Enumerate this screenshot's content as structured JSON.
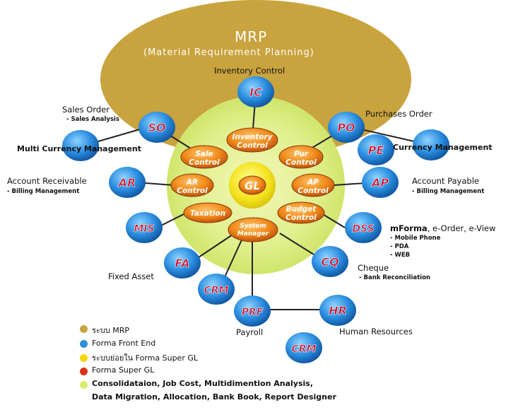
{
  "mrp": {
    "title": "MRP",
    "subtitle": "(Material Requirement Planning)",
    "caption": "Inventory Control"
  },
  "core": {
    "gl": "GL"
  },
  "inner_modules": {
    "inventory_control": [
      "Inventory",
      "Control"
    ],
    "sale_control": [
      "Sale",
      "Control"
    ],
    "pur_control": [
      "Pur",
      "Control"
    ],
    "ar_control": [
      "AR",
      "Control"
    ],
    "ap_control": [
      "AP",
      "Control"
    ],
    "taxation": [
      "Taxation"
    ],
    "budget_control": [
      "Budget",
      "Control"
    ],
    "system_manager": [
      "System",
      "Manager"
    ]
  },
  "nodes": {
    "ic": "IC",
    "so": "SO",
    "po": "PO",
    "pe": "PE",
    "ar": "AR",
    "ap": "AP",
    "mis": "MIS",
    "dss": "DSS",
    "fa": "FA",
    "cq": "CQ",
    "crm1": "CRM",
    "prf": "PRF",
    "hr": "HR",
    "crm2": "CRM",
    "mc": ""
  },
  "labels": {
    "sales_order": "Sales Order",
    "sales_analysis": "- Sales Analysis",
    "multi_currency_left": "Multi Currency Management",
    "purchases_order": "Purchases Order",
    "currency_management_right": "Currency Management",
    "account_receivable": "Account Receivable",
    "billing_management_left": "- Billing Management",
    "account_payable": "Account Payable",
    "billing_management_right": "- Billing Management",
    "mforma_bold": "mForma",
    "mforma_rest": ", e-Order, e-View",
    "mobile_phone": "- Mobile Phone",
    "pda": "- PDA",
    "web": "- WEB",
    "fixed_asset": "Fixed Asset",
    "cheque": "Cheque",
    "bank_reconciliation": "- Bank Reconciliation",
    "payroll": "Payroll",
    "human_resources": "Human Resources"
  },
  "legend": [
    {
      "color": "#c9a33e",
      "text": "ระบบ MRP"
    },
    {
      "color": "#2f8fd6",
      "text": "Forma Front End"
    },
    {
      "color": "#f2d70a",
      "text": "ระบบย่อยใน Forma Super GL"
    },
    {
      "color": "#d9331a",
      "text": "Forma Super GL"
    },
    {
      "color": "#d8ec6a",
      "text": "Consolidataion, Job Cost, Multidimention Analysis,"
    },
    {
      "color": "",
      "text": "Data Migration, Allocation, Bank Book, Report Designer"
    }
  ],
  "colors": {
    "mrp_fill": "#c9a33e",
    "green_halo": "#dcef8a",
    "blue_node": "#2f8fd6",
    "node_text": "#c8102e",
    "orange_pill": "#e8720c",
    "gl_core": "#f5e31a"
  }
}
